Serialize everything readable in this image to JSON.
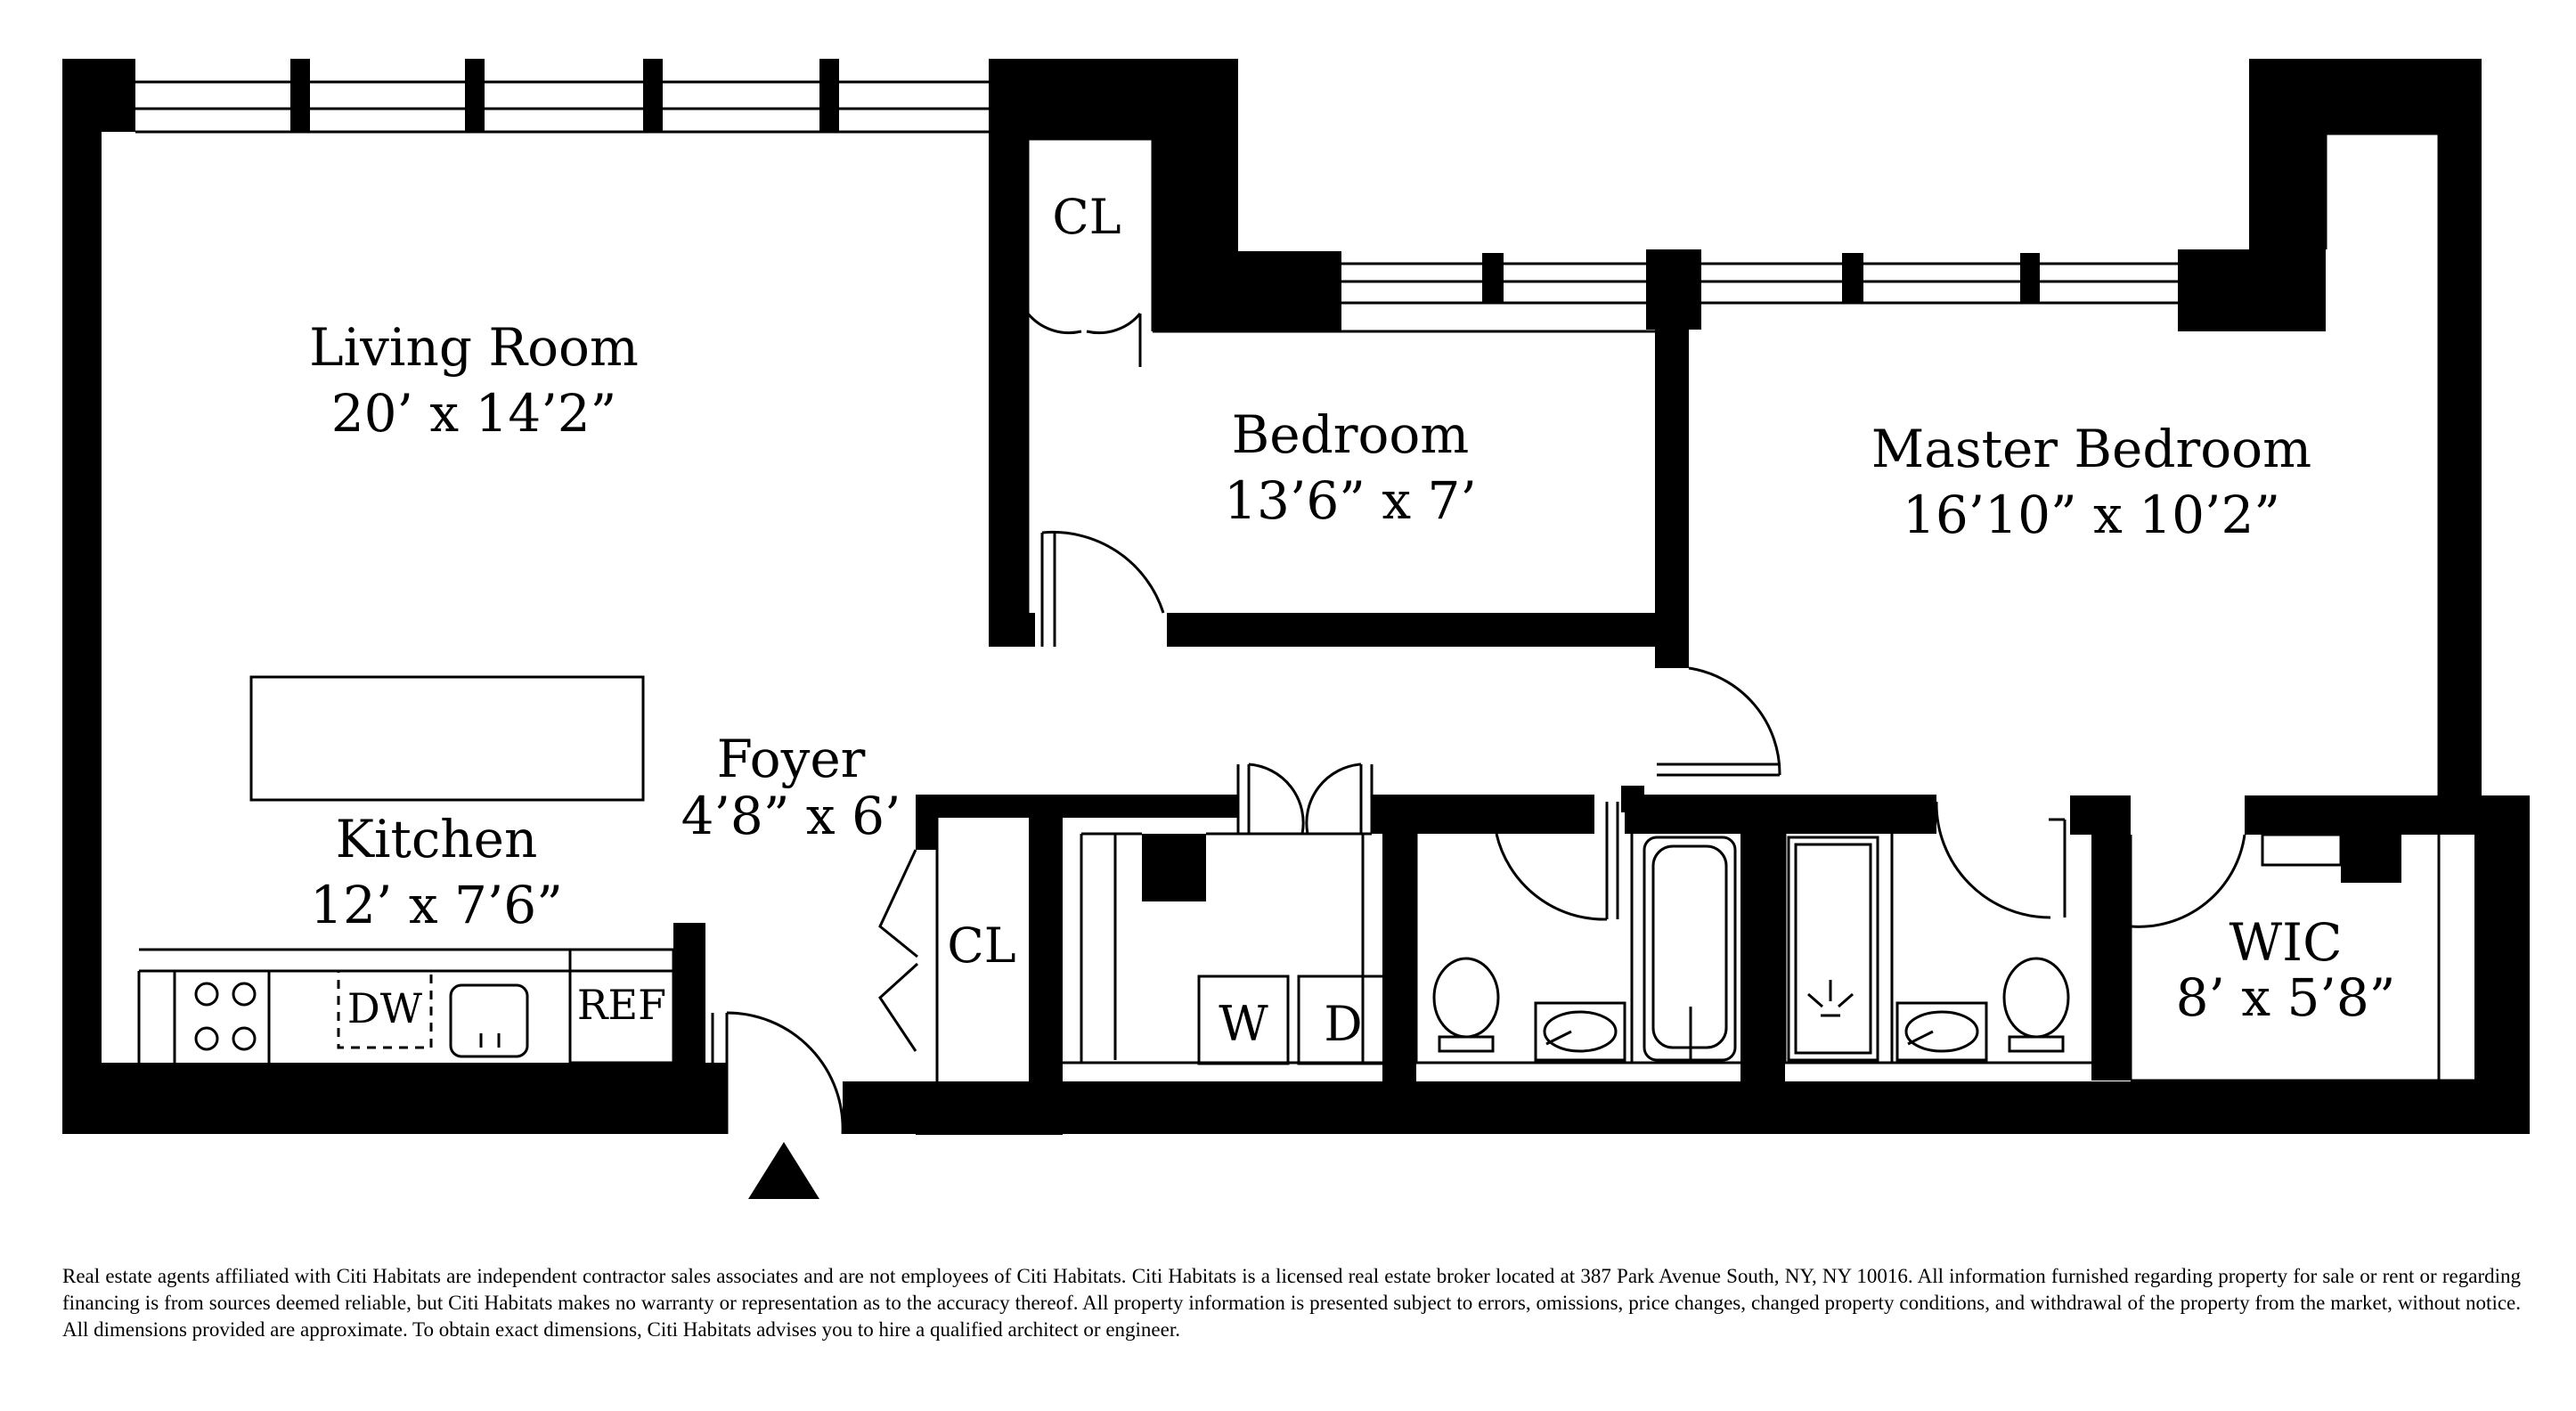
{
  "rooms": {
    "living_room": {
      "name": "Living Room",
      "dims": "20’ x 14’2”"
    },
    "bedroom": {
      "name": "Bedroom",
      "dims": "13’6” x 7’"
    },
    "master_bedroom": {
      "name": "Master Bedroom",
      "dims": "16’10” x 10’2”"
    },
    "kitchen": {
      "name": "Kitchen",
      "dims": "12’ x 7’6”"
    },
    "foyer": {
      "name": "Foyer",
      "dims": "4’8” x 6’"
    },
    "wic": {
      "name": "WIC",
      "dims": "8’ x 5’8”"
    }
  },
  "labels": {
    "closet_top": "CL",
    "closet_foyer": "CL",
    "dishwasher": "DW",
    "refrigerator": "REF",
    "washer": "W",
    "dryer": "D"
  },
  "disclaimer": "Real estate agents affiliated with Citi Habitats are independent contractor sales associates and are not employees of Citi Habitats. Citi Habitats is a licensed real estate broker located at 387 Park Avenue South, NY, NY 10016. All information furnished regarding property for sale or rent or regarding financing is from sources deemed reliable, but Citi Habitats makes no warranty or representation as to the accuracy thereof. All property information is presented subject to errors, omissions, price changes, changed property conditions, and withdrawal of the property from the market, without notice. All dimensions provided are approximate. To obtain exact dimensions, Citi Habitats advises you to hire a qualified architect or engineer."
}
